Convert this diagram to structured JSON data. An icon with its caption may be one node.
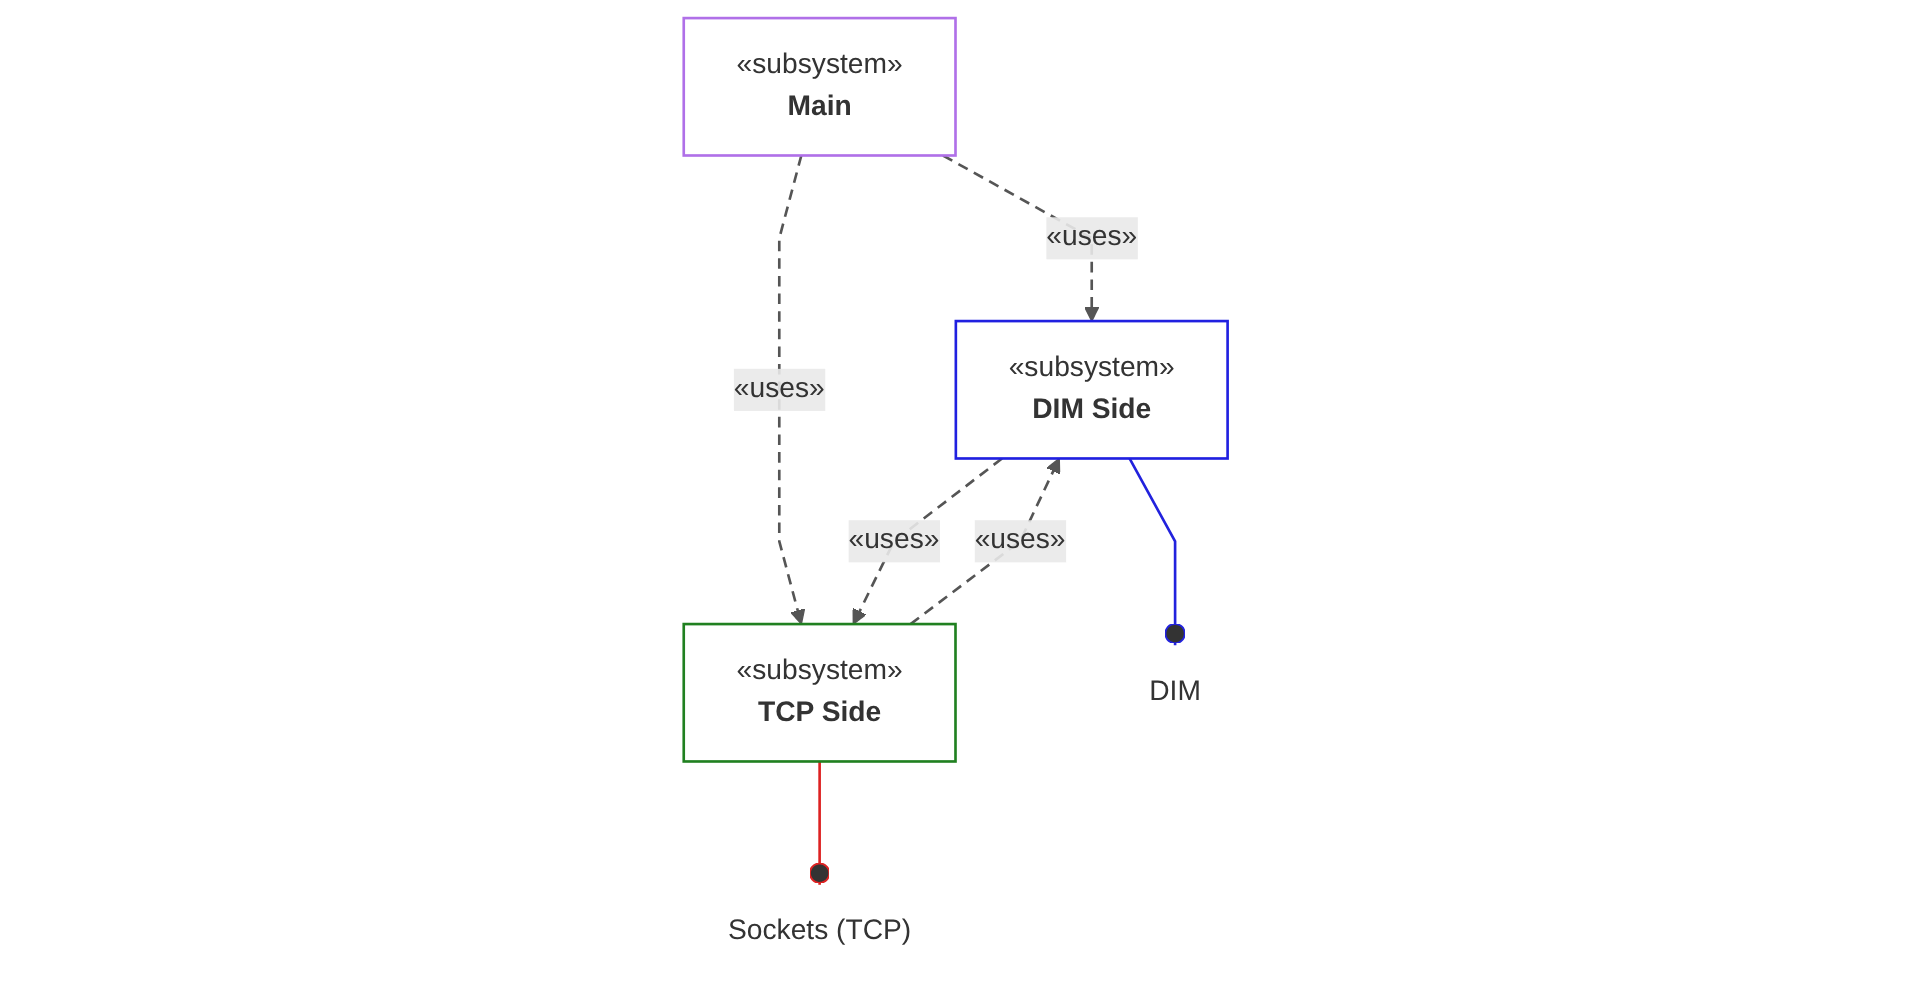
{
  "diagram": {
    "nodes": [
      {
        "text": [
          "«subsystem»",
          "Main"
        ]
      },
      {
        "text": [
          "«subsystem»",
          "DIM Side"
        ]
      },
      {
        "text": [
          "«subsystem»",
          "TCP Side"
        ]
      },
      {
        "text": [
          "DIM"
        ]
      },
      {
        "text": [
          "Sockets (TCP)"
        ]
      }
    ],
    "edges": [
      {
        "from": 0,
        "to": 1,
        "arrow": "to",
        "label": "«uses»",
        "style": "dashed"
      },
      {
        "from": 0,
        "to": 2,
        "arrow": "to",
        "label": "«uses»",
        "style": "dashed"
      },
      {
        "from": 1,
        "to": 2,
        "arrow": "to",
        "label": "«uses»",
        "style": "dashed"
      },
      {
        "from": 2,
        "to": 1,
        "arrow": "to",
        "label": "«uses»",
        "style": "dashed"
      },
      {
        "from": 1,
        "to": 3,
        "arrow": "other",
        "color": "#2222dd"
      },
      {
        "from": 2,
        "to": 4,
        "arrow": "other",
        "color": "#dd2222"
      }
    ]
  }
}
